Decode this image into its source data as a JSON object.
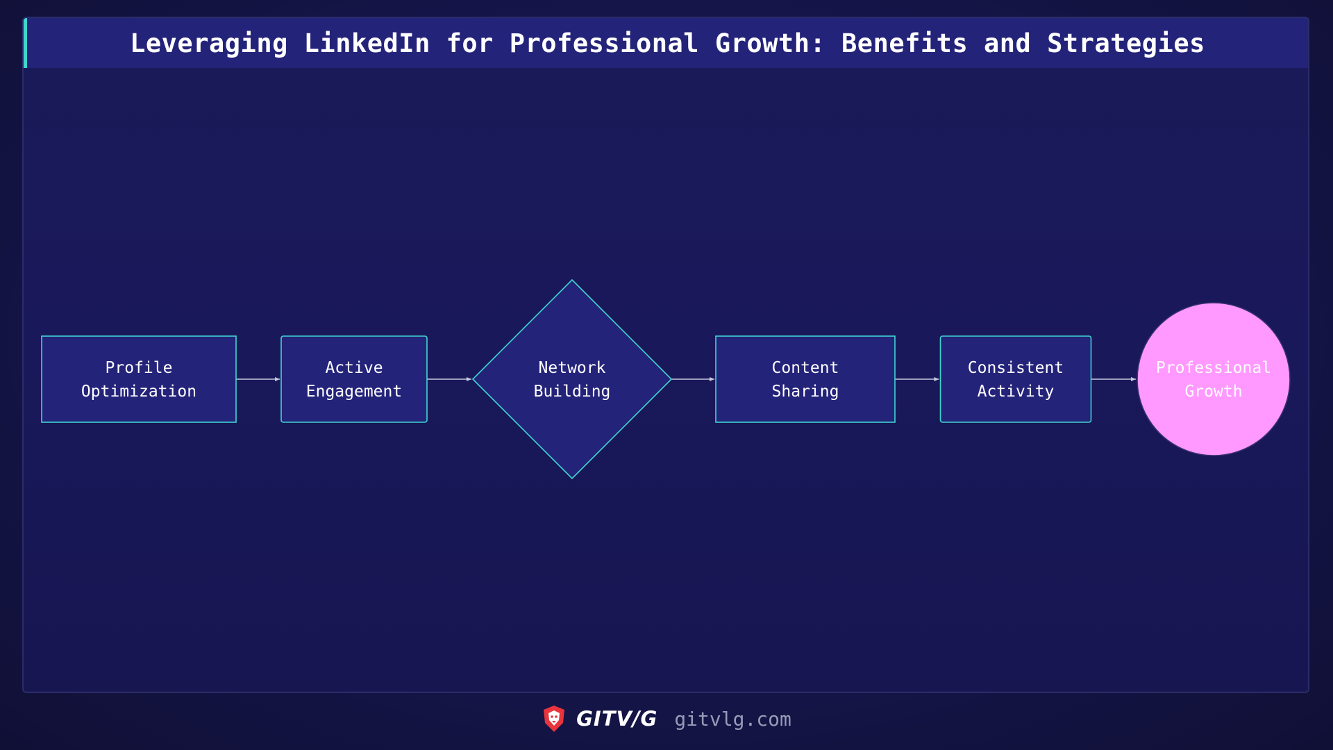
{
  "title": "Leveraging LinkedIn for Professional Growth: Benefits and Strategies",
  "nodes": [
    {
      "id": "profile",
      "shape": "rect",
      "lines": [
        "Profile",
        "Optimization"
      ]
    },
    {
      "id": "engagement",
      "shape": "rect",
      "lines": [
        "Active",
        "Engagement"
      ]
    },
    {
      "id": "network",
      "shape": "diamond",
      "lines": [
        "Network",
        "Building"
      ]
    },
    {
      "id": "content",
      "shape": "rect",
      "lines": [
        "Content",
        "Sharing"
      ]
    },
    {
      "id": "consistent",
      "shape": "rect",
      "lines": [
        "Consistent",
        "Activity"
      ]
    },
    {
      "id": "growth",
      "shape": "circle",
      "lines": [
        "Professional",
        "Growth"
      ]
    }
  ],
  "edges": [
    {
      "from": "profile",
      "to": "engagement"
    },
    {
      "from": "engagement",
      "to": "network"
    },
    {
      "from": "network",
      "to": "content"
    },
    {
      "from": "content",
      "to": "consistent"
    },
    {
      "from": "consistent",
      "to": "growth"
    }
  ],
  "colors": {
    "node_fill": "#24237a",
    "node_stroke": "#3fd6d0",
    "terminal_fill": "#ff99ff",
    "edge": "#c8c8e0",
    "accent": "#3fd6d0"
  },
  "footer": {
    "logo_icon": "lion-shield-icon",
    "brand": "GITV/G",
    "url": "gitvlg.com"
  }
}
